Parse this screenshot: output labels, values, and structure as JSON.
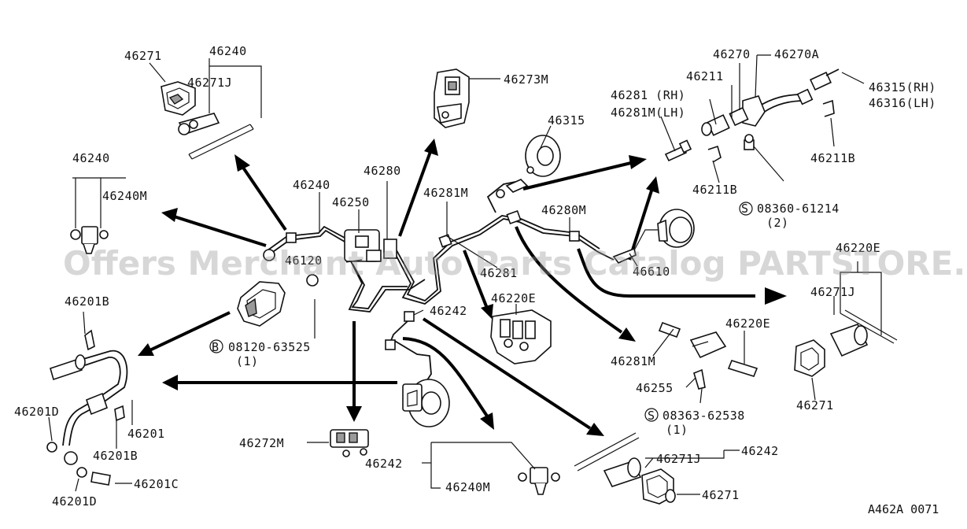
{
  "watermark": "Offers Merchant Auto Parts Catalog PARTSTORE.SA",
  "figure_code": "A462A 0071",
  "callouts": [
    "46271",
    "46240",
    "46271J",
    "46273M",
    "46240",
    "46240M",
    "46240",
    "46250",
    "46280",
    "46281M",
    "46315",
    "46270",
    "46270A",
    "46211",
    "46281 (RH)",
    "46281M(LH)",
    "46315(RH)",
    "46316(LH)",
    "46211B",
    "46211B",
    "08360-61214",
    "(2)",
    "46280M",
    "46220E",
    "46271J",
    "46201B",
    "46120",
    "08120-63525",
    "(1)",
    "46281",
    "46242",
    "46220E",
    "46220E",
    "46281M",
    "46255",
    "08363-62538",
    "(1)",
    "46201",
    "46201D",
    "46201B",
    "46272M",
    "46242",
    "46240M",
    "46271J",
    "46242",
    "46271",
    "46201C",
    "46201D",
    "46271",
    "46610"
  ]
}
